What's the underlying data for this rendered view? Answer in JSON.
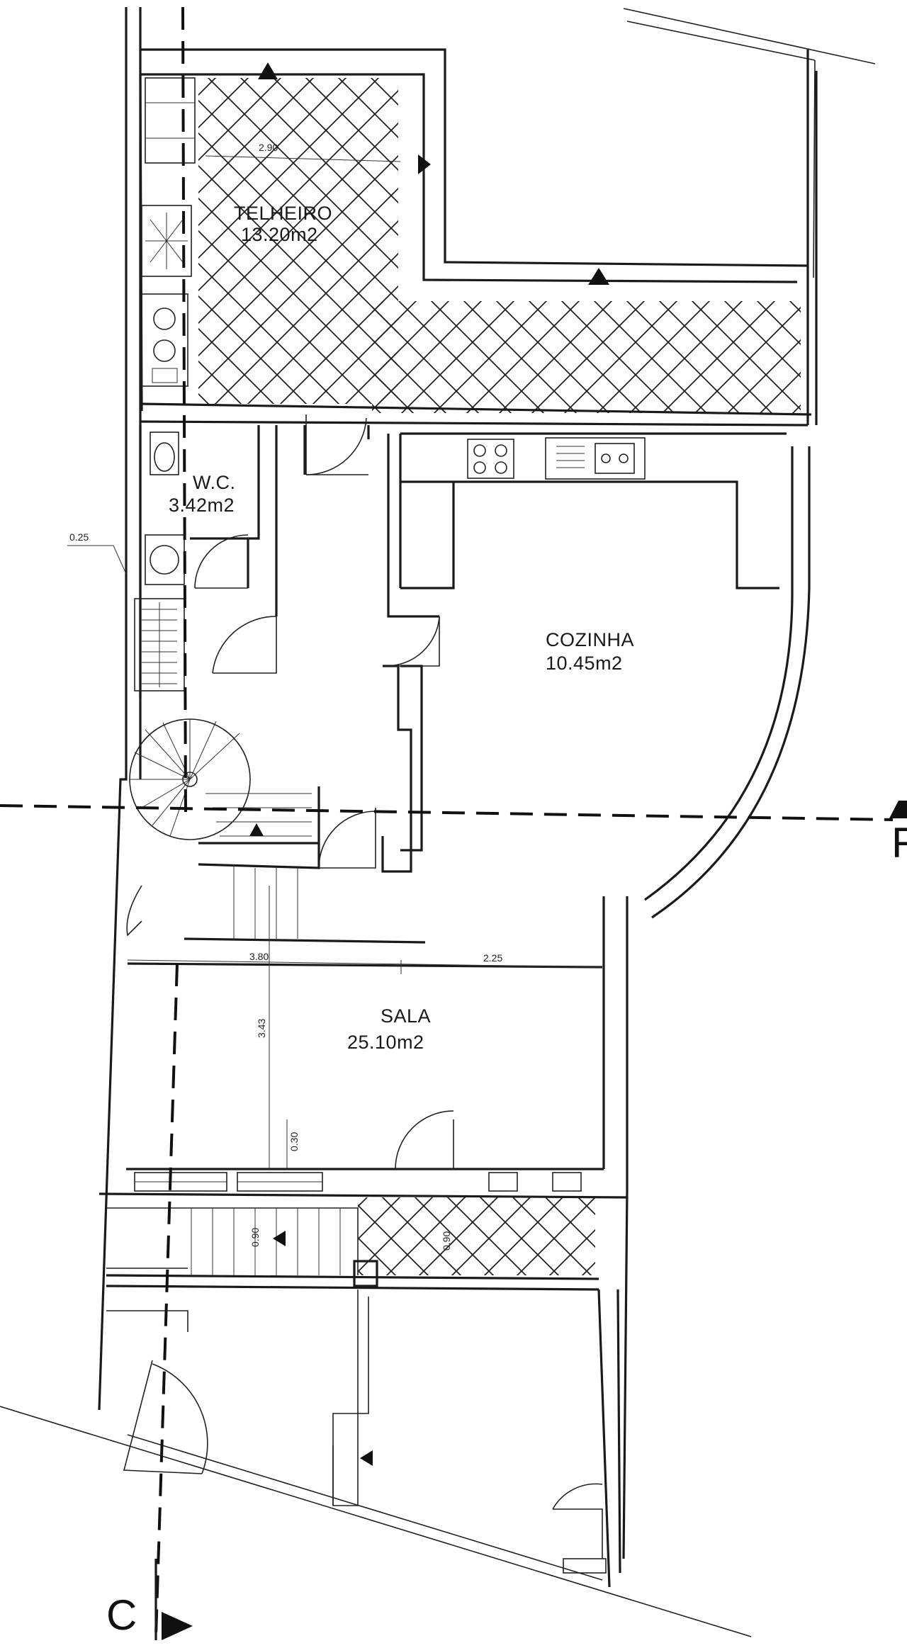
{
  "rooms": {
    "telheiro": {
      "name": "TELHEIRO",
      "area": "13.20m2"
    },
    "wc": {
      "name": "W.C.",
      "area": "3.42m2"
    },
    "cozinha": {
      "name": "COZINHA",
      "area": "10.45m2"
    },
    "sala": {
      "name": "SALA",
      "area": "25.10m2"
    }
  },
  "dimensions": {
    "telheiro_width": "2.90",
    "wall_offset": "0.25",
    "sala_width_left": "3.80",
    "sala_width_right": "2.25",
    "sala_depth": "3.43",
    "front_wall": "0.30",
    "step_a": "0.90",
    "step_b": "0.90"
  },
  "section_markers": {
    "bottom": "C",
    "right": "F"
  },
  "colors": {
    "line": "#1a1a1a",
    "paper": "#ffffff"
  }
}
